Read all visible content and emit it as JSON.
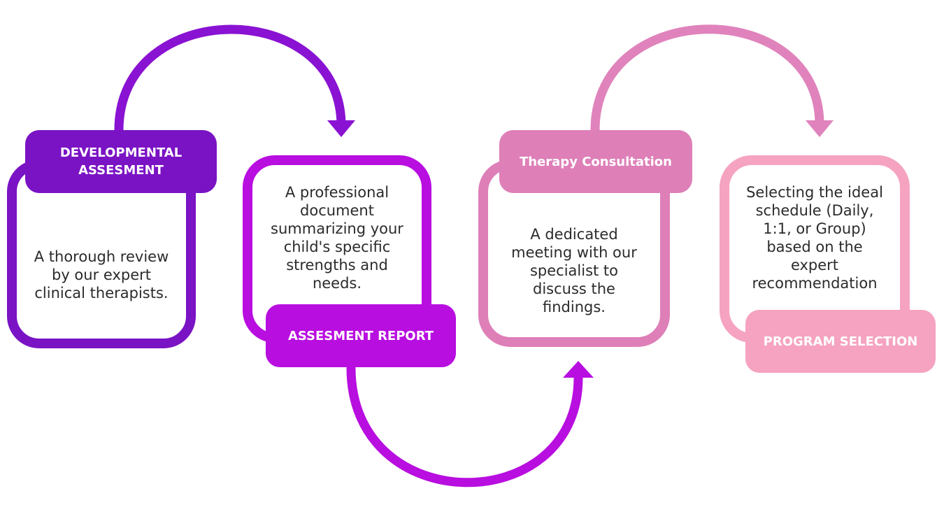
{
  "steps": [
    {
      "title": "DEVELOPMENTAL ASSESMENT",
      "description": "A thorough review by our expert clinical therapists.",
      "color": "#7a13c4"
    },
    {
      "title": "ASSESMENT REPORT",
      "description": "A professional document summarizing your child's specific strengths and needs.",
      "color": "#b80ee0"
    },
    {
      "title": "Therapy Consultation",
      "description": "A dedicated meeting with our specialist to discuss the findings.",
      "color": "#de7fb8"
    },
    {
      "title": "PROGRAM SELECTION",
      "description": "Selecting the ideal schedule (Daily, 1:1, or Group) based on the expert recommendation",
      "color": "#f5a3c0"
    }
  ],
  "connectors": [
    {
      "from": "DEVELOPMENTAL ASSESMENT",
      "to": "ASSESMENT REPORT",
      "color": "#8a12d2"
    },
    {
      "from": "ASSESMENT REPORT",
      "to": "Therapy Consultation",
      "color": "#b80ee0"
    },
    {
      "from": "Therapy Consultation",
      "to": "PROGRAM SELECTION",
      "color": "#e083bc"
    }
  ]
}
